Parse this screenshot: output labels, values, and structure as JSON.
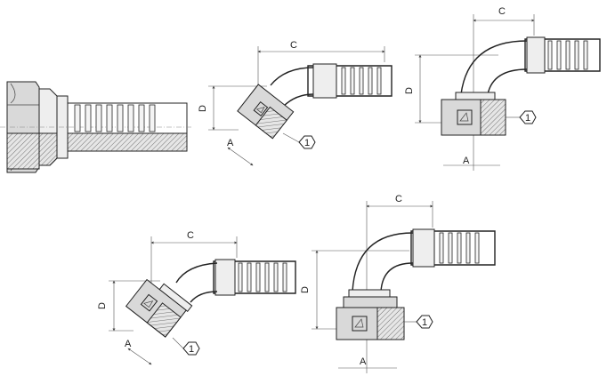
{
  "dimension_labels": {
    "c": "C",
    "d": "D",
    "a": "A"
  },
  "callout": {
    "number": "1"
  },
  "fittings": [
    {
      "type": "straight-female"
    },
    {
      "type": "45-degree-female"
    },
    {
      "type": "90-degree-female"
    },
    {
      "type": "45-degree-female-long"
    },
    {
      "type": "90-degree-female-long"
    }
  ]
}
